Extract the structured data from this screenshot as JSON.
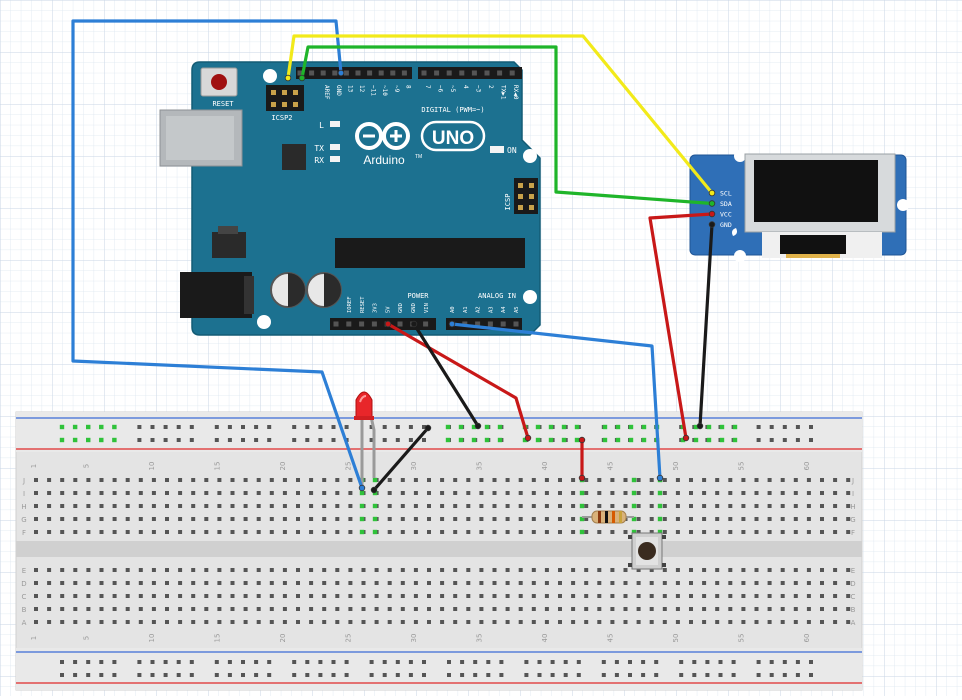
{
  "arduino": {
    "brand": "UNO",
    "name": "Arduino",
    "tm": "TM",
    "reset_label": "RESET",
    "icsp2_label": "ICSP2",
    "icsp_label": "ICSP",
    "led_l": "L",
    "led_tx": "TX",
    "led_rx": "RX",
    "on_label": "ON",
    "digital_label": "DIGITAL (PWM=~)",
    "power_label": "POWER",
    "analog_label": "ANALOG IN",
    "header_top_left": [
      "AREF",
      "GND",
      "13",
      "12",
      "~11",
      "~10",
      "~9",
      "8"
    ],
    "header_top_right": [
      "7",
      "~6",
      "~5",
      "4",
      "~3",
      "2",
      "TX▶1",
      "RX◀0"
    ],
    "power_pins": [
      "IOREF",
      "RESET",
      "3V3",
      "5V",
      "GND",
      "GND",
      "VIN"
    ],
    "analog_pins": [
      "A0",
      "A1",
      "A2",
      "A3",
      "A4",
      "A5"
    ],
    "accent_color": "#1c7190"
  },
  "oled": {
    "pins": [
      "SCL",
      "SDA",
      "VCC",
      "GND"
    ],
    "board_color": "#2f6fb7"
  },
  "breadboard": {
    "column_numbers": [
      "1",
      "5",
      "10",
      "15",
      "20",
      "25",
      "30",
      "35",
      "40",
      "45",
      "50",
      "55",
      "60"
    ],
    "row_letters_top": [
      "J",
      "I",
      "H",
      "G",
      "F"
    ],
    "row_letters_bottom": [
      "E",
      "D",
      "C",
      "B",
      "A"
    ]
  },
  "wires": {
    "blue": "#2d7fd6",
    "yellow": "#f2ea1a",
    "green": "#1fb52a",
    "red": "#c81818",
    "black": "#1a1a1a",
    "gray": "#9a9a9a"
  }
}
